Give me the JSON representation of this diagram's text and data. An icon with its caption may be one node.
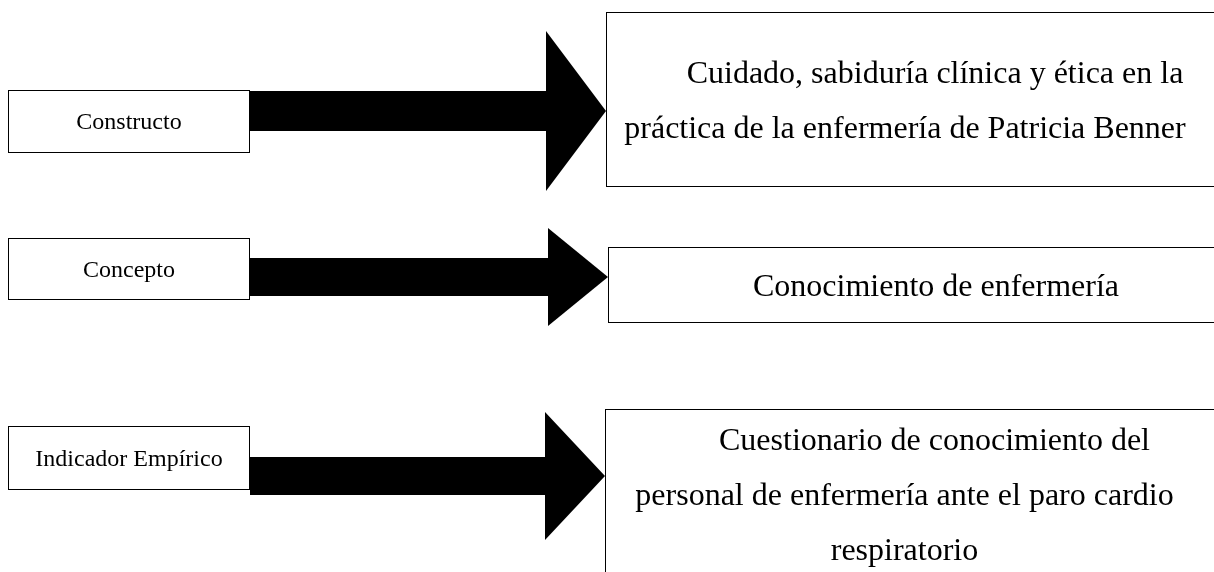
{
  "diagram": {
    "nodes": [
      {
        "text": [
          "Constructo"
        ]
      },
      {
        "text": [
          "Cuidado, sabiduría clínica y ética en la práctica de la enfermería de Patricia Benner"
        ]
      },
      {
        "text": [
          "Concepto"
        ]
      },
      {
        "text": [
          "Conocimiento de enfermería"
        ]
      },
      {
        "text": [
          "Indicador Empírico"
        ]
      },
      {
        "text": [
          "Cuestionario de conocimiento del personal de enfermería ante el paro cardio respiratorio"
        ]
      }
    ],
    "edges": [
      {
        "from": 0,
        "to": 1,
        "arrow": "to"
      },
      {
        "from": 2,
        "to": 3,
        "arrow": "to"
      },
      {
        "from": 4,
        "to": 5,
        "arrow": "to"
      }
    ]
  }
}
